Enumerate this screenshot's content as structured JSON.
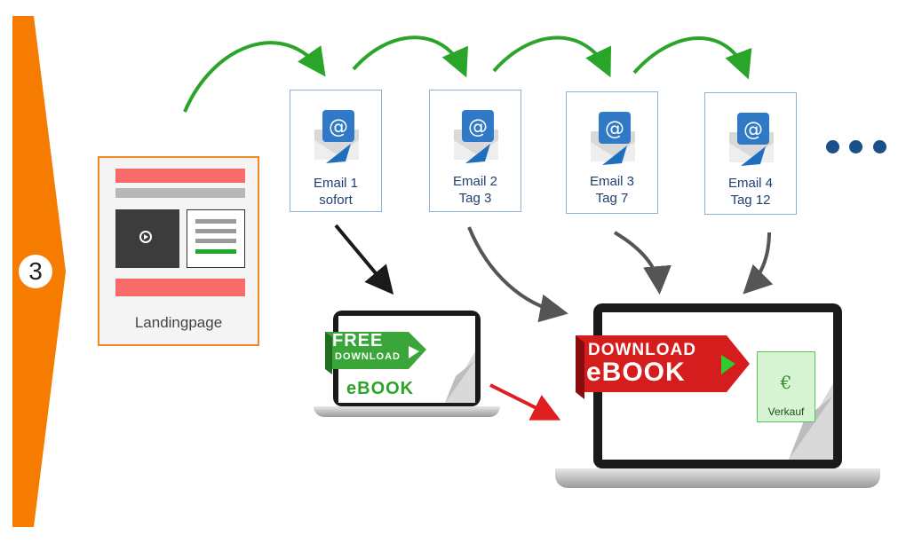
{
  "step": {
    "number": "3"
  },
  "landing": {
    "label": "Landingpage"
  },
  "emails": [
    {
      "line1": "Email 1",
      "line2": "sofort"
    },
    {
      "line1": "Email 2",
      "line2": "Tag 3"
    },
    {
      "line1": "Email 3",
      "line2": "Tag 7"
    },
    {
      "line1": "Email 4",
      "line2": "Tag 12"
    }
  ],
  "free_laptop": {
    "banner_top": "FREE",
    "banner_bottom": "DOWNLOAD",
    "product": "eBOOK"
  },
  "paid_laptop": {
    "banner_top": "DOWNLOAD",
    "banner_bottom": "eBOOK"
  },
  "sale": {
    "currency": "€",
    "label": "Verkauf"
  },
  "colors": {
    "step_orange": "#f57c00",
    "flow_green": "#2aa52a",
    "email_blue": "#1f3f70",
    "sale_green": "#5bbf5b"
  }
}
